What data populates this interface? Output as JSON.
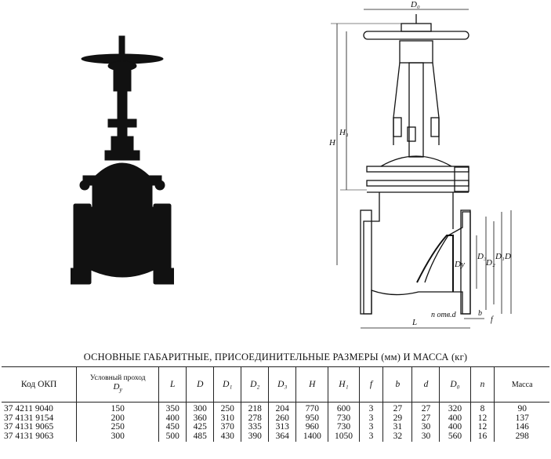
{
  "drawing_labels": {
    "D0": "D₀",
    "H": "H",
    "H1": "H₁",
    "Dy": "Dy",
    "D3": "D₃",
    "D2": "D₂",
    "D1": "D₁",
    "D": "D",
    "L": "L",
    "n_otv_d": "n отв.d",
    "b": "b",
    "f": "f"
  },
  "caption": "ОСНОВНЫЕ ГАБАРИТНЫЕ, ПРИСОЕДИНИТЕЛЬНЫЕ РАЗМЕРЫ (мм) И МАССА (кг)",
  "table": {
    "headers": {
      "code": "Код ОКП",
      "cond_pass_line1": "Условный проход",
      "cond_pass_line2": "D",
      "cond_pass_sub": "y",
      "L": "L",
      "D": "D",
      "D1": "D₁",
      "D2": "D₂",
      "D3": "D₃",
      "H": "H",
      "H1": "H₁",
      "f": "f",
      "b": "b",
      "d": "d",
      "D0": "D₀",
      "n": "n",
      "mass": "Масса"
    },
    "rows": [
      {
        "code": "37 4211 9040",
        "dy": "150",
        "L": "350",
        "D": "300",
        "D1": "250",
        "D2": "218",
        "D3": "204",
        "H": "770",
        "H1": "600",
        "f": "3",
        "b": "27",
        "d": "27",
        "D0": "320",
        "n": "8",
        "mass": "90"
      },
      {
        "code": "37 4131 9154",
        "dy": "200",
        "L": "400",
        "D": "360",
        "D1": "310",
        "D2": "278",
        "D3": "260",
        "H": "950",
        "H1": "730",
        "f": "3",
        "b": "29",
        "d": "27",
        "D0": "400",
        "n": "12",
        "mass": "137"
      },
      {
        "code": "37 4131 9065",
        "dy": "250",
        "L": "450",
        "D": "425",
        "D1": "370",
        "D2": "335",
        "D3": "313",
        "H": "960",
        "H1": "730",
        "f": "3",
        "b": "31",
        "d": "30",
        "D0": "400",
        "n": "12",
        "mass": "146"
      },
      {
        "code": "37 4131 9063",
        "dy": "300",
        "L": "500",
        "D": "485",
        "D1": "430",
        "D2": "390",
        "D3": "364",
        "H": "1400",
        "H1": "1050",
        "f": "3",
        "b": "32",
        "d": "30",
        "D0": "560",
        "n": "16",
        "mass": "298"
      }
    ]
  }
}
